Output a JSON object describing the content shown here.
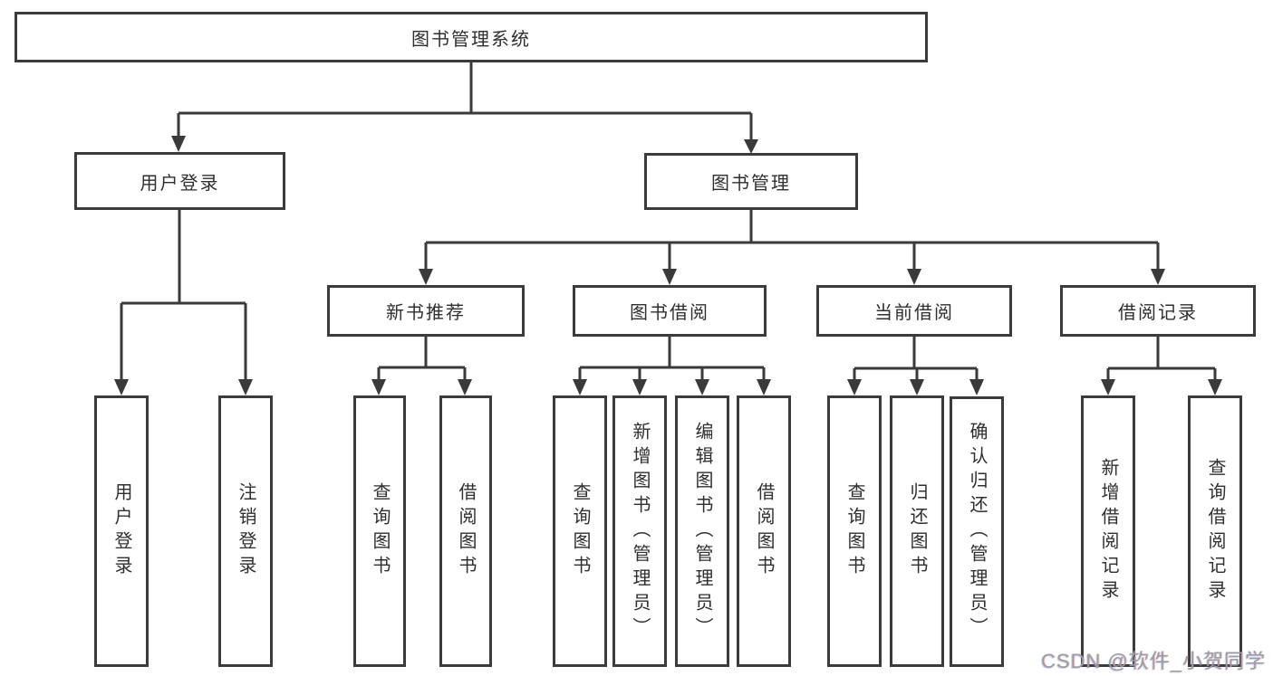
{
  "colors": {
    "line": "#3a3a3a",
    "box_border": "#3b3b3b",
    "text": "#2f2f2f",
    "background": "#ffffff",
    "watermark_text_color": "#9b9da0"
  },
  "diagram": {
    "type": "tree",
    "root": {
      "label": "图书管理系统"
    },
    "level1": [
      {
        "label": "用户登录",
        "parent": "图书管理系统"
      },
      {
        "label": "图书管理",
        "parent": "图书管理系统"
      }
    ],
    "level2": [
      {
        "label": "新书推荐",
        "parent": "图书管理"
      },
      {
        "label": "图书借阅",
        "parent": "图书管理"
      },
      {
        "label": "当前借阅",
        "parent": "图书管理"
      },
      {
        "label": "借阅记录",
        "parent": "图书管理"
      }
    ],
    "leaves": [
      {
        "label": "用户登录",
        "parent": "用户登录"
      },
      {
        "label": "注销登录",
        "parent": "用户登录"
      },
      {
        "label": "查询图书",
        "parent": "新书推荐"
      },
      {
        "label": "借阅图书",
        "parent": "新书推荐"
      },
      {
        "label": "查询图书",
        "parent": "图书借阅"
      },
      {
        "label": "新增图书（管理员）",
        "parent": "图书借阅"
      },
      {
        "label": "编辑图书（管理员）",
        "parent": "图书借阅"
      },
      {
        "label": "借阅图书",
        "parent": "图书借阅"
      },
      {
        "label": "查询图书",
        "parent": "当前借阅"
      },
      {
        "label": "归还图书",
        "parent": "当前借阅"
      },
      {
        "label": "确认归还（管理员）",
        "parent": "当前借阅"
      },
      {
        "label": "新增借阅记录",
        "parent": "借阅记录"
      },
      {
        "label": "查询借阅记录",
        "parent": "借阅记录"
      }
    ]
  },
  "watermark": {
    "text": "CSDN @软件_小贺同学"
  }
}
